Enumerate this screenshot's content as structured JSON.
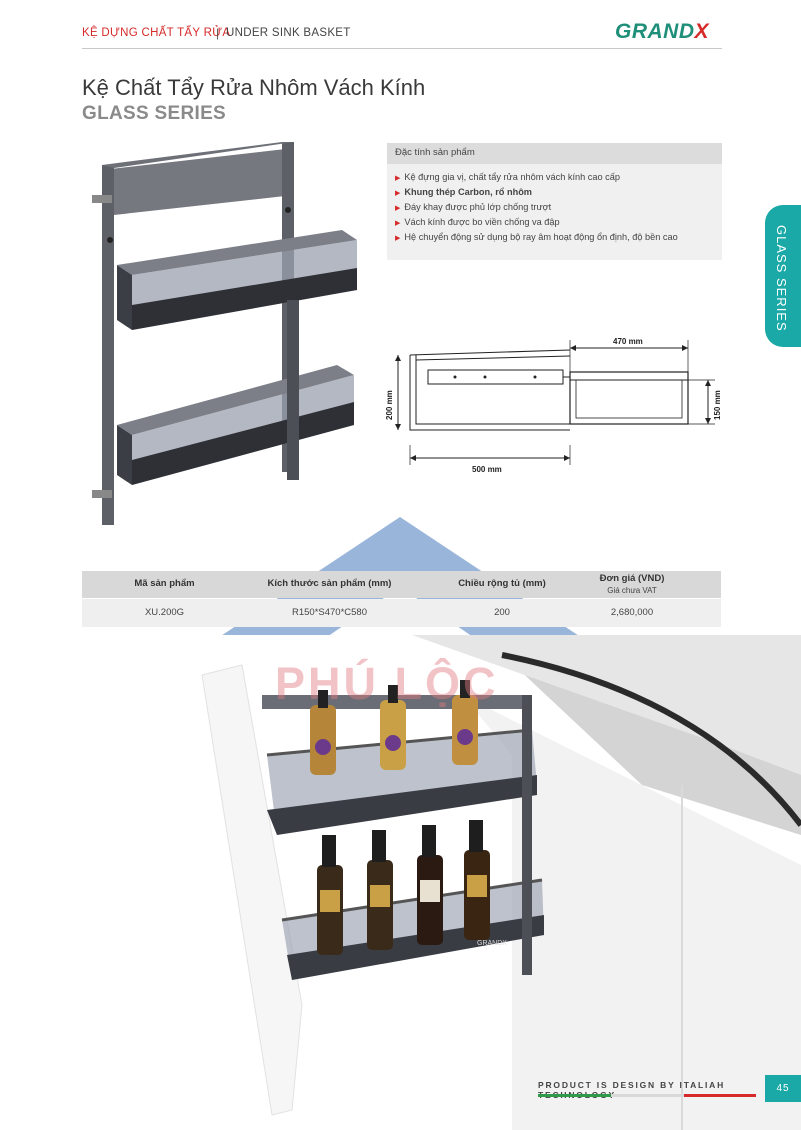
{
  "header": {
    "category": "KỆ DỰNG CHẤT TẨY RỬA",
    "separator": "|",
    "category_en": "UNDER SINK BASKET",
    "logo_left": "GRAND",
    "logo_right": "X"
  },
  "product": {
    "title": "Kệ Chất Tẩy Rửa Nhôm Vách Kính",
    "series": "GLASS SERIES"
  },
  "side_tab": "GLASS SERIES",
  "features": {
    "heading": "Đặc tính sản phẩm",
    "items": [
      "Kệ đựng gia vị, chất tẩy rửa nhôm vách kính cao cấp",
      "Khung thép Carbon, rổ nhôm",
      "Đáy khay được phủ lớp chống trượt",
      "Vách kính được bo viền chống va đập",
      "Hệ chuyển động sử dụng bộ ray âm hoạt động ổn định, độ bền cao"
    ]
  },
  "diagram": {
    "width_label": "470 mm",
    "height_left_label": "200 mm",
    "height_right_label": "150 mm",
    "depth_label": "500 mm"
  },
  "watermark": "PHÚ LỘC",
  "table": {
    "headers": [
      "Mã sản phẩm",
      "Kích thước sản phẩm (mm)",
      "Chiều rộng tủ (mm)",
      "Đơn giá (VND)"
    ],
    "price_note": "Giá chưa VAT",
    "rows": [
      [
        "XU.200G",
        "R150*S470*C580",
        "200",
        "2,680,000"
      ]
    ]
  },
  "basket_brand": "GRANDX",
  "footer": {
    "tagline": "PRODUCT IS DESIGN BY ITALIAH TECHNOLOGY",
    "page": "45"
  },
  "colors": {
    "accent_red": "#d62a2a",
    "accent_teal": "#1aa9a7",
    "brand_green": "#1f8f7a",
    "watermark_blue": "#8eaed6",
    "frame_grey": "#5e6068"
  }
}
